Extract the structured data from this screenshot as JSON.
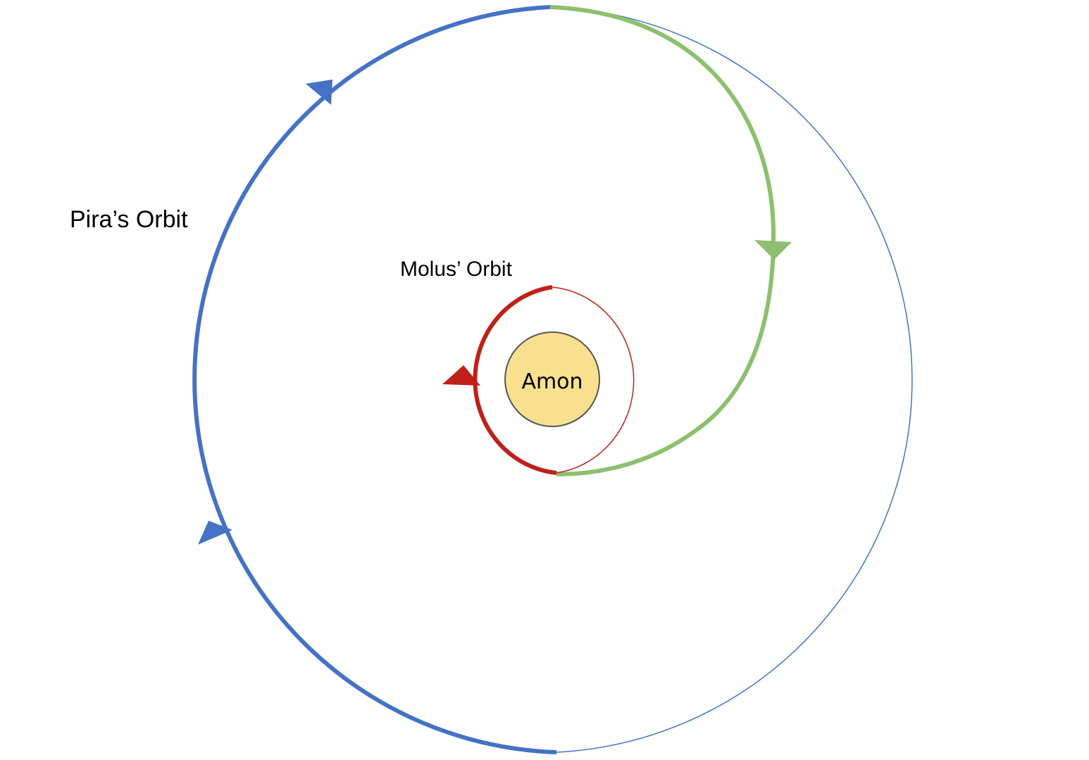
{
  "labels": {
    "pira_orbit": "Pira’s Orbit",
    "molus_orbit": "Molus’ Orbit",
    "sun": "Amon"
  },
  "colors": {
    "pira_orbit": "#4472C4",
    "molus_orbit": "#C0201A",
    "transfer_path": "#8DC06E",
    "sun_fill": "#F8E08E",
    "sun_stroke": "#555555",
    "background": "#FFFFFF"
  }
}
